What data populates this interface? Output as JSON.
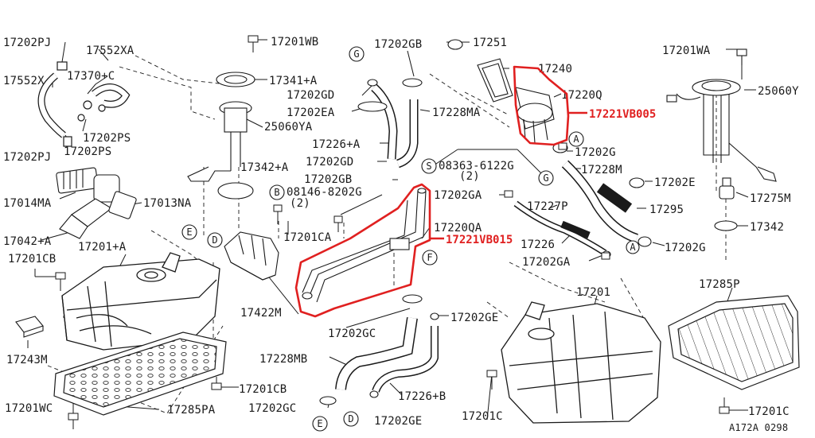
{
  "labels": {
    "p17202PJ_a": "17202PJ",
    "p17552XA": "17552XA",
    "p17552X": "17552X",
    "p17370C": "17370+C",
    "p17202PS_a": "17202PS",
    "p17202PJ_b": "17202PJ",
    "p17202PS_b": "17202PS",
    "p17014MA": "17014MA",
    "p17013NA": "17013NA",
    "p17042A": "17042+A",
    "p17201CB_a": "17201CB",
    "p17201A": "17201+A",
    "p17243M": "17243M",
    "p17201WC": "17201WC",
    "p17201CB_b": "17201CB",
    "p17285PA": "17285PA",
    "p17201WB": "17201WB",
    "p17341A": "17341+A",
    "p17202GD_a": "17202GD",
    "p17202EA": "17202EA",
    "p25060YA": "25060YA",
    "p17226A": "17226+A",
    "p17202GD_b": "17202GD",
    "p17342A": "17342+A",
    "p17202GB_a": "17202GB",
    "p17202GB_b": "17202GB",
    "p17228MA": "17228MA",
    "p08363": "08363-6122G",
    "p08363_qty": "(2)",
    "p08146": "08146-8202G",
    "p08146_qty": "(2)",
    "p17201CA": "17201CA",
    "p17422M": "17422M",
    "p17202GA_a": "17202GA",
    "p17220QA": "17220QA",
    "p17202GC_a": "17202GC",
    "p17228MB": "17228MB",
    "p17202GC_b": "17202GC",
    "p17226B": "17226+B",
    "p17202GE_a": "17202GE",
    "p17202GE_b": "17202GE",
    "p17251": "17251",
    "p17240": "17240",
    "p17220Q": "17220Q",
    "p17202G_a": "17202G",
    "p17228M": "17228M",
    "p17202E": "17202E",
    "p17227P": "17227P",
    "p17295": "17295",
    "p17226": "17226",
    "p17202GA_b": "17202GA",
    "p17202G_b": "17202G",
    "p17201": "17201",
    "p17201C_a": "17201C",
    "p17201WA": "17201WA",
    "p25060Y": "25060Y",
    "p17275M": "17275M",
    "p17342": "17342",
    "p17285P": "17285P",
    "p17201C_b": "17201C",
    "diagram_code": "A172A 0298"
  },
  "callouts": {
    "vb005": "17221VB005",
    "vb015": "17221VB015"
  },
  "ref_letters": {
    "a_top": "A",
    "a_bottom": "A",
    "b": "B",
    "d_top": "D",
    "d_bottom": "D",
    "e_top": "E",
    "e_bottom": "E",
    "f": "F",
    "g_top": "G",
    "g_mid": "G",
    "s": "S"
  },
  "colors": {
    "ink": "#1a1a1a",
    "highlight": "#e02020",
    "background": "#ffffff"
  }
}
